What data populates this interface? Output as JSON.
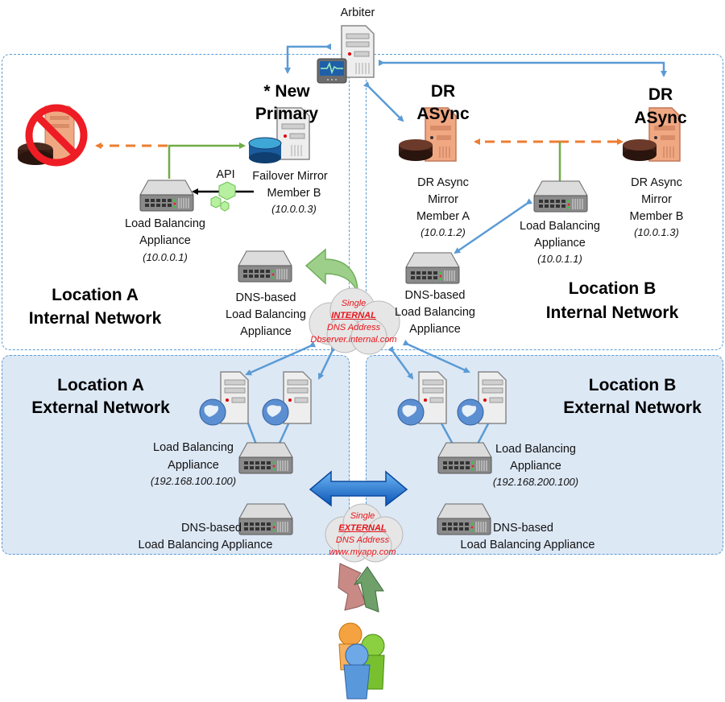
{
  "arbiter": {
    "label": "Arbiter"
  },
  "location_a_internal": {
    "title_line1": "Location A",
    "title_line2": "Internal Network",
    "failed_node": {
      "icon": "failed-server-icon"
    },
    "new_primary": {
      "heading_line1": "* New",
      "heading_line2": "Primary",
      "label_line1": "Failover Mirror",
      "label_line2": "Member B",
      "ip": "(10.0.0.3)"
    },
    "api": {
      "label": "API"
    },
    "load_balancer": {
      "label_line1": "Load Balancing",
      "label_line2": "Appliance",
      "ip": "(10.0.0.1)"
    },
    "dns_load_balancer": {
      "label_line1": "DNS-based",
      "label_line2": "Load Balancing",
      "label_line3": "Appliance"
    }
  },
  "location_b_internal": {
    "title_line1": "Location B",
    "title_line2": "Internal Network",
    "dr_async_a": {
      "heading_line1": "DR",
      "heading_line2": "ASync",
      "label_line1": "DR Async",
      "label_line2": "Mirror",
      "label_line3": "Member A",
      "ip": "(10.0.1.2)"
    },
    "dr_async_b": {
      "heading_line1": "DR",
      "heading_line2": "ASync",
      "label_line1": "DR Async",
      "label_line2": "Mirror",
      "label_line3": "Member B",
      "ip": "(10.0.1.3)"
    },
    "load_balancer": {
      "label_line1": "Load Balancing",
      "label_line2": "Appliance",
      "ip": "(10.0.1.1)"
    },
    "dns_load_balancer": {
      "label_line1": "DNS-based",
      "label_line2": "Load Balancing",
      "label_line3": "Appliance"
    }
  },
  "internal_dns": {
    "line1": "Single",
    "line2": "INTERNAL",
    "line3": "DNS Address",
    "line4": "Dbserver.internal.com"
  },
  "location_a_external": {
    "title_line1": "Location A",
    "title_line2": "External Network",
    "load_balancer": {
      "label_line1": "Load Balancing",
      "label_line2": "Appliance",
      "ip": "(192.168.100.100)"
    },
    "dns_load_balancer": {
      "label_line1": "DNS-based",
      "label_line2": "Load Balancing Appliance"
    }
  },
  "location_b_external": {
    "title_line1": "Location B",
    "title_line2": "External Network",
    "load_balancer": {
      "label_line1": "Load Balancing",
      "label_line2": "Appliance",
      "ip": "(192.168.200.100)"
    },
    "dns_load_balancer": {
      "label_line1": "DNS-based",
      "label_line2": "Load Balancing Appliance"
    }
  },
  "external_dns": {
    "line1": "Single",
    "line2": "EXTERNAL",
    "line3": "DNS Address",
    "line4": "www.myapp.com"
  },
  "colors": {
    "zone_border": "#5b9bd5",
    "external_fill": "#dde8f5",
    "connector_blue": "#5b9bd5",
    "async_orange": "#ed7d31",
    "sync_green": "#70ad47",
    "dns_red": "#e8141a"
  }
}
